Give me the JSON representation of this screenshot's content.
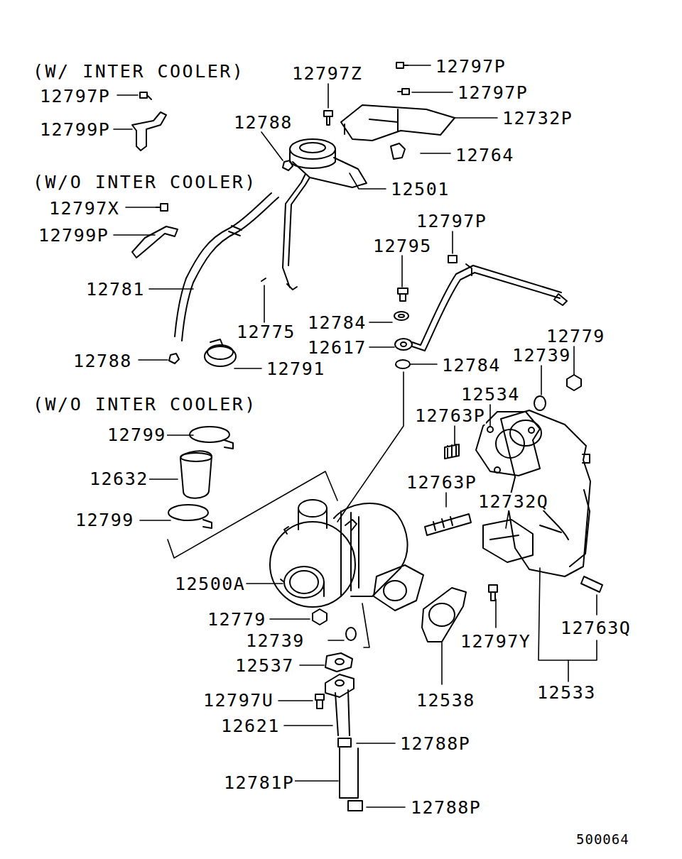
{
  "diagram": {
    "labels": [
      "(W/ INTER COOLER)",
      "12797Z",
      "12797P",
      "12797P",
      "12797P",
      "12799P",
      "12788",
      "12732P",
      "12764",
      "(W/O INTER COOLER)",
      "12501",
      "12797X",
      "12799P",
      "12797P",
      "12795",
      "12781",
      "12784",
      "12775",
      "12617",
      "12779",
      "12739",
      "12788",
      "12791",
      "12784",
      "12534",
      "(W/O INTER COOLER)",
      "12763P",
      "12799",
      "12632",
      "12763P",
      "12732Q",
      "12799",
      "12500A",
      "12779",
      "12763Q",
      "12739",
      "12797Y",
      "12537",
      "12797U",
      "12538",
      "12533",
      "12621",
      "12788P",
      "12781P",
      "12788P",
      "500064"
    ]
  }
}
